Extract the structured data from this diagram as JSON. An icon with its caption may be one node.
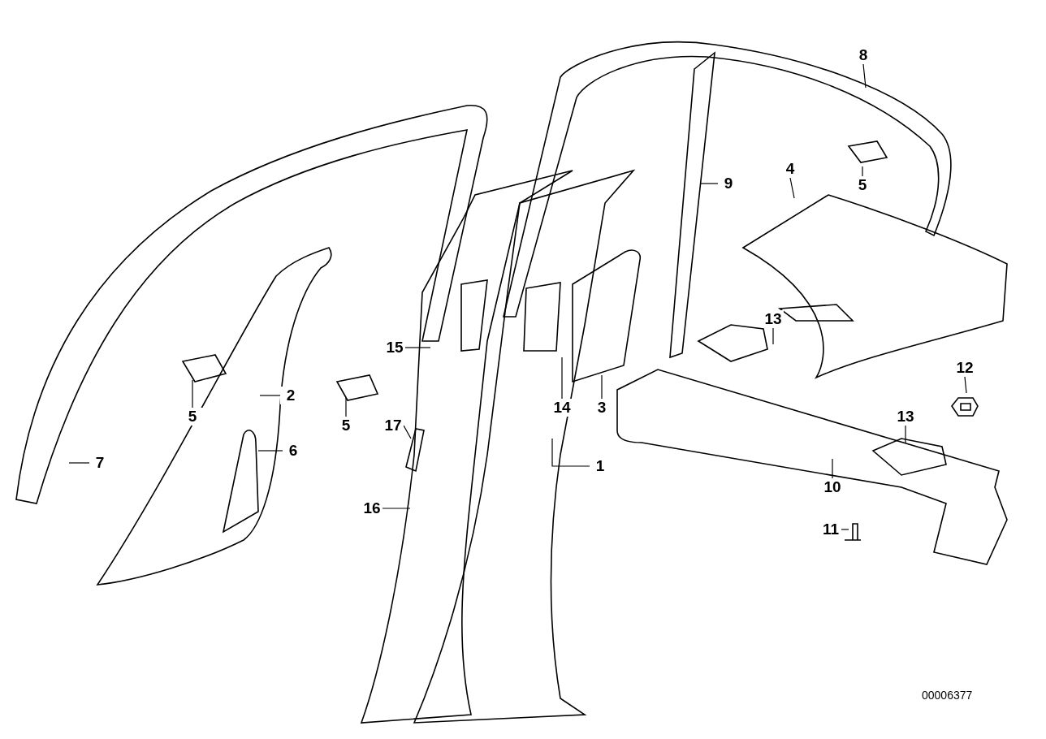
{
  "diagram": {
    "nodes": [
      {
        "text": [
          "8"
        ]
      },
      {
        "text": [
          "9"
        ]
      },
      {
        "text": [
          "4"
        ]
      },
      {
        "text": [
          "5"
        ]
      },
      {
        "text": [
          "13"
        ]
      },
      {
        "text": [
          "12"
        ]
      },
      {
        "text": [
          "15"
        ]
      },
      {
        "text": [
          "5"
        ]
      },
      {
        "text": [
          "2"
        ]
      },
      {
        "text": [
          "14"
        ]
      },
      {
        "text": [
          "3"
        ]
      },
      {
        "text": [
          "13"
        ]
      },
      {
        "text": [
          "5"
        ]
      },
      {
        "text": [
          "17"
        ]
      },
      {
        "text": [
          "6"
        ]
      },
      {
        "text": [
          "7"
        ]
      },
      {
        "text": [
          "10"
        ]
      },
      {
        "text": [
          "1"
        ]
      },
      {
        "text": [
          "16"
        ]
      },
      {
        "text": [
          "11"
        ]
      }
    ],
    "edges": [
      {
        "from": 0,
        "to": null,
        "arrow": "none"
      },
      {
        "from": 1,
        "to": null,
        "arrow": "none"
      },
      {
        "from": 2,
        "to": null,
        "arrow": "none"
      },
      {
        "from": 3,
        "to": null,
        "arrow": "none"
      },
      {
        "from": 4,
        "to": null,
        "arrow": "none"
      },
      {
        "from": 5,
        "to": null,
        "arrow": "none"
      },
      {
        "from": 6,
        "to": null,
        "arrow": "none"
      },
      {
        "from": 7,
        "to": null,
        "arrow": "none"
      },
      {
        "from": 8,
        "to": null,
        "arrow": "none"
      },
      {
        "from": 9,
        "to": null,
        "arrow": "none"
      },
      {
        "from": 10,
        "to": null,
        "arrow": "none"
      },
      {
        "from": 11,
        "to": null,
        "arrow": "none"
      },
      {
        "from": 12,
        "to": null,
        "arrow": "none"
      },
      {
        "from": 13,
        "to": null,
        "arrow": "none"
      },
      {
        "from": 14,
        "to": null,
        "arrow": "none"
      },
      {
        "from": 15,
        "to": null,
        "arrow": "none"
      },
      {
        "from": 16,
        "to": null,
        "arrow": "none"
      },
      {
        "from": 17,
        "to": null,
        "arrow": "none"
      },
      {
        "from": 18,
        "to": null,
        "arrow": "none"
      },
      {
        "from": 19,
        "to": null,
        "arrow": "none"
      }
    ],
    "labels": [
      "00006377"
    ]
  }
}
